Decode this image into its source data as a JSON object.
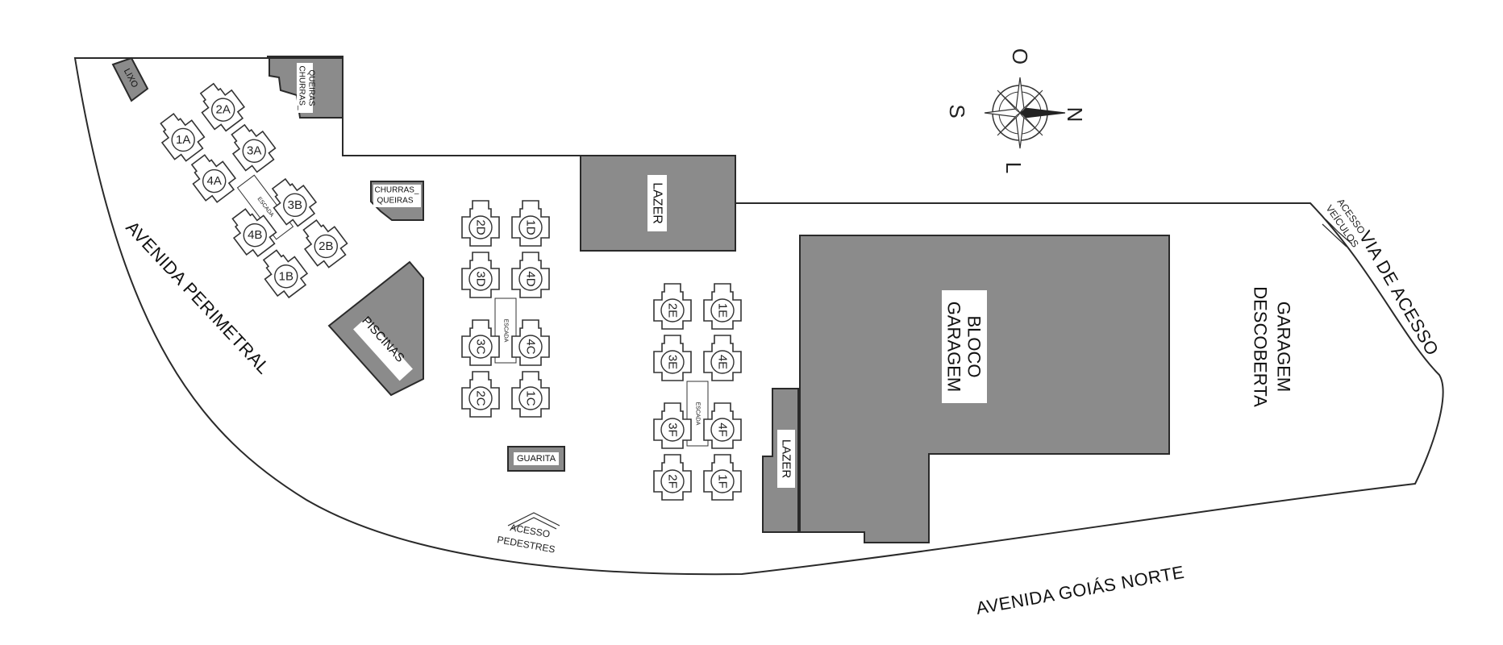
{
  "roads": {
    "perimetral": "AVENIDA PERIMETRAL",
    "goias_norte": "AVENIDA GOIÁS NORTE",
    "via_acesso": "VIA DE ACESSO"
  },
  "facilities": {
    "lixo": "LIXO",
    "churras_top_1": "CHURRAS_",
    "churras_top_2": "QUEIRAS",
    "churras_mid_1": "CHURRAS_",
    "churras_mid_2": "QUEIRAS",
    "lazer_top": "LAZER",
    "lazer_bottom": "LAZER",
    "piscinas": "PISCINAS",
    "guarita": "GUARITA",
    "bloco_garagem_1": "BLOCO",
    "bloco_garagem_2": "GARAGEM",
    "garagem_descoberta_1": "GARAGEM",
    "garagem_descoberta_2": "DESCOBERTA"
  },
  "access": {
    "pedestres_1": "ACESSO",
    "pedestres_2": "PEDESTRES",
    "veiculos_1": "ACESSO",
    "veiculos_2": "VEÍCULOS"
  },
  "stairs_label": "ESCADA",
  "compass": {
    "north": "N",
    "south": "S",
    "east": "L",
    "west": "O"
  },
  "towers": {
    "A": [
      "1A",
      "2A",
      "3A",
      "4A"
    ],
    "B": [
      "1B",
      "2B",
      "3B",
      "4B"
    ],
    "C": [
      "1C",
      "2C",
      "3C",
      "4C"
    ],
    "D": [
      "1D",
      "2D",
      "3D",
      "4D"
    ],
    "E": [
      "1E",
      "2E",
      "3E",
      "4E"
    ],
    "F": [
      "1F",
      "2F",
      "3F",
      "4F"
    ]
  },
  "colors": {
    "building_fill": "#8b8b8b",
    "outline": "#2a2a2a",
    "background": "#ffffff"
  }
}
